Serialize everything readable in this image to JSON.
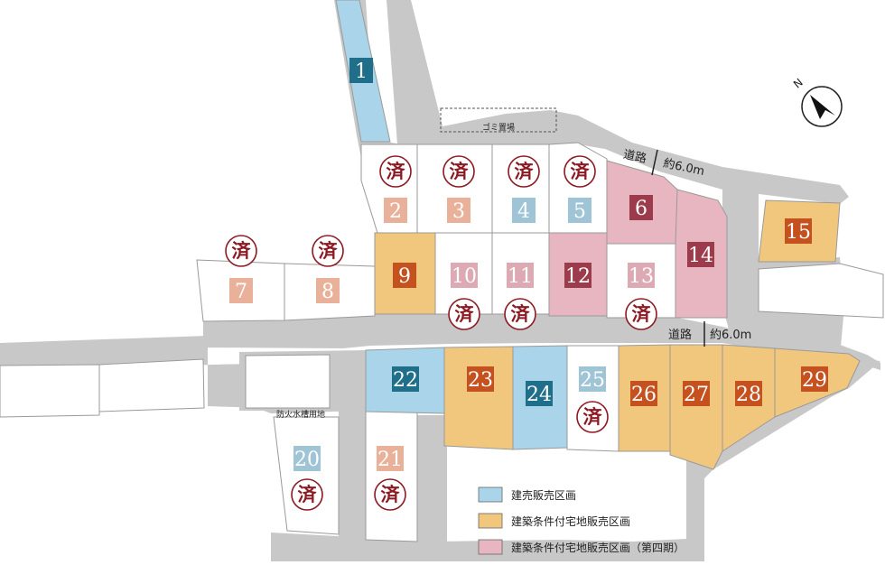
{
  "colors": {
    "road": "#c8c8c8",
    "lot_border": "#9a9a9a",
    "kenuri": "#a9d4ea",
    "kenuri_badge": "#1f6f8b",
    "kenchiku": "#f1c77d",
    "kenchiku_badge": "#c4511e",
    "daiyon": "#e8b6c0",
    "daiyon_badge": "#9b3b4b",
    "sold_stamp": "#8c1a22",
    "white_lot": "#ffffff"
  },
  "map": {
    "sold_mark": "済",
    "road_label_top": "道路",
    "road_width_top": "約6.0m",
    "road_label_middle": "道路",
    "road_width_middle": "約6.0m",
    "garbage_area": "ゴミ置場",
    "water_tank_area": "防火水槽用地",
    "compass_letter": "N",
    "compass_icon": "north-arrow-icon",
    "lots": [
      {
        "number": "1",
        "category": "kenuri",
        "sold": false
      },
      {
        "number": "2",
        "category": "none",
        "sold": true
      },
      {
        "number": "3",
        "category": "none",
        "sold": true
      },
      {
        "number": "4",
        "category": "none",
        "sold": true
      },
      {
        "number": "5",
        "category": "none",
        "sold": true
      },
      {
        "number": "6",
        "category": "daiyon",
        "sold": false
      },
      {
        "number": "7",
        "category": "none",
        "sold": true
      },
      {
        "number": "8",
        "category": "none",
        "sold": true
      },
      {
        "number": "9",
        "category": "kenchiku",
        "sold": false
      },
      {
        "number": "10",
        "category": "none",
        "sold": true
      },
      {
        "number": "11",
        "category": "none",
        "sold": true
      },
      {
        "number": "12",
        "category": "daiyon",
        "sold": false
      },
      {
        "number": "13",
        "category": "none",
        "sold": true
      },
      {
        "number": "14",
        "category": "daiyon",
        "sold": false
      },
      {
        "number": "15",
        "category": "kenchiku",
        "sold": false
      },
      {
        "number": "20",
        "category": "none",
        "sold": true
      },
      {
        "number": "21",
        "category": "none",
        "sold": true
      },
      {
        "number": "22",
        "category": "kenuri",
        "sold": false
      },
      {
        "number": "23",
        "category": "kenchiku",
        "sold": false
      },
      {
        "number": "24",
        "category": "kenuri",
        "sold": false
      },
      {
        "number": "25",
        "category": "none",
        "sold": true
      },
      {
        "number": "26",
        "category": "kenchiku",
        "sold": false
      },
      {
        "number": "27",
        "category": "kenchiku",
        "sold": false
      },
      {
        "number": "28",
        "category": "kenchiku",
        "sold": false
      },
      {
        "number": "29",
        "category": "kenchiku",
        "sold": false
      }
    ]
  },
  "legend": {
    "items": [
      {
        "color": "#a9d4ea",
        "label": "建売販売区画"
      },
      {
        "color": "#f1c77d",
        "label": "建築条件付宅地販売区画"
      },
      {
        "color": "#e8b6c0",
        "label": "建築条件付宅地販売区画（第四期）"
      }
    ]
  }
}
